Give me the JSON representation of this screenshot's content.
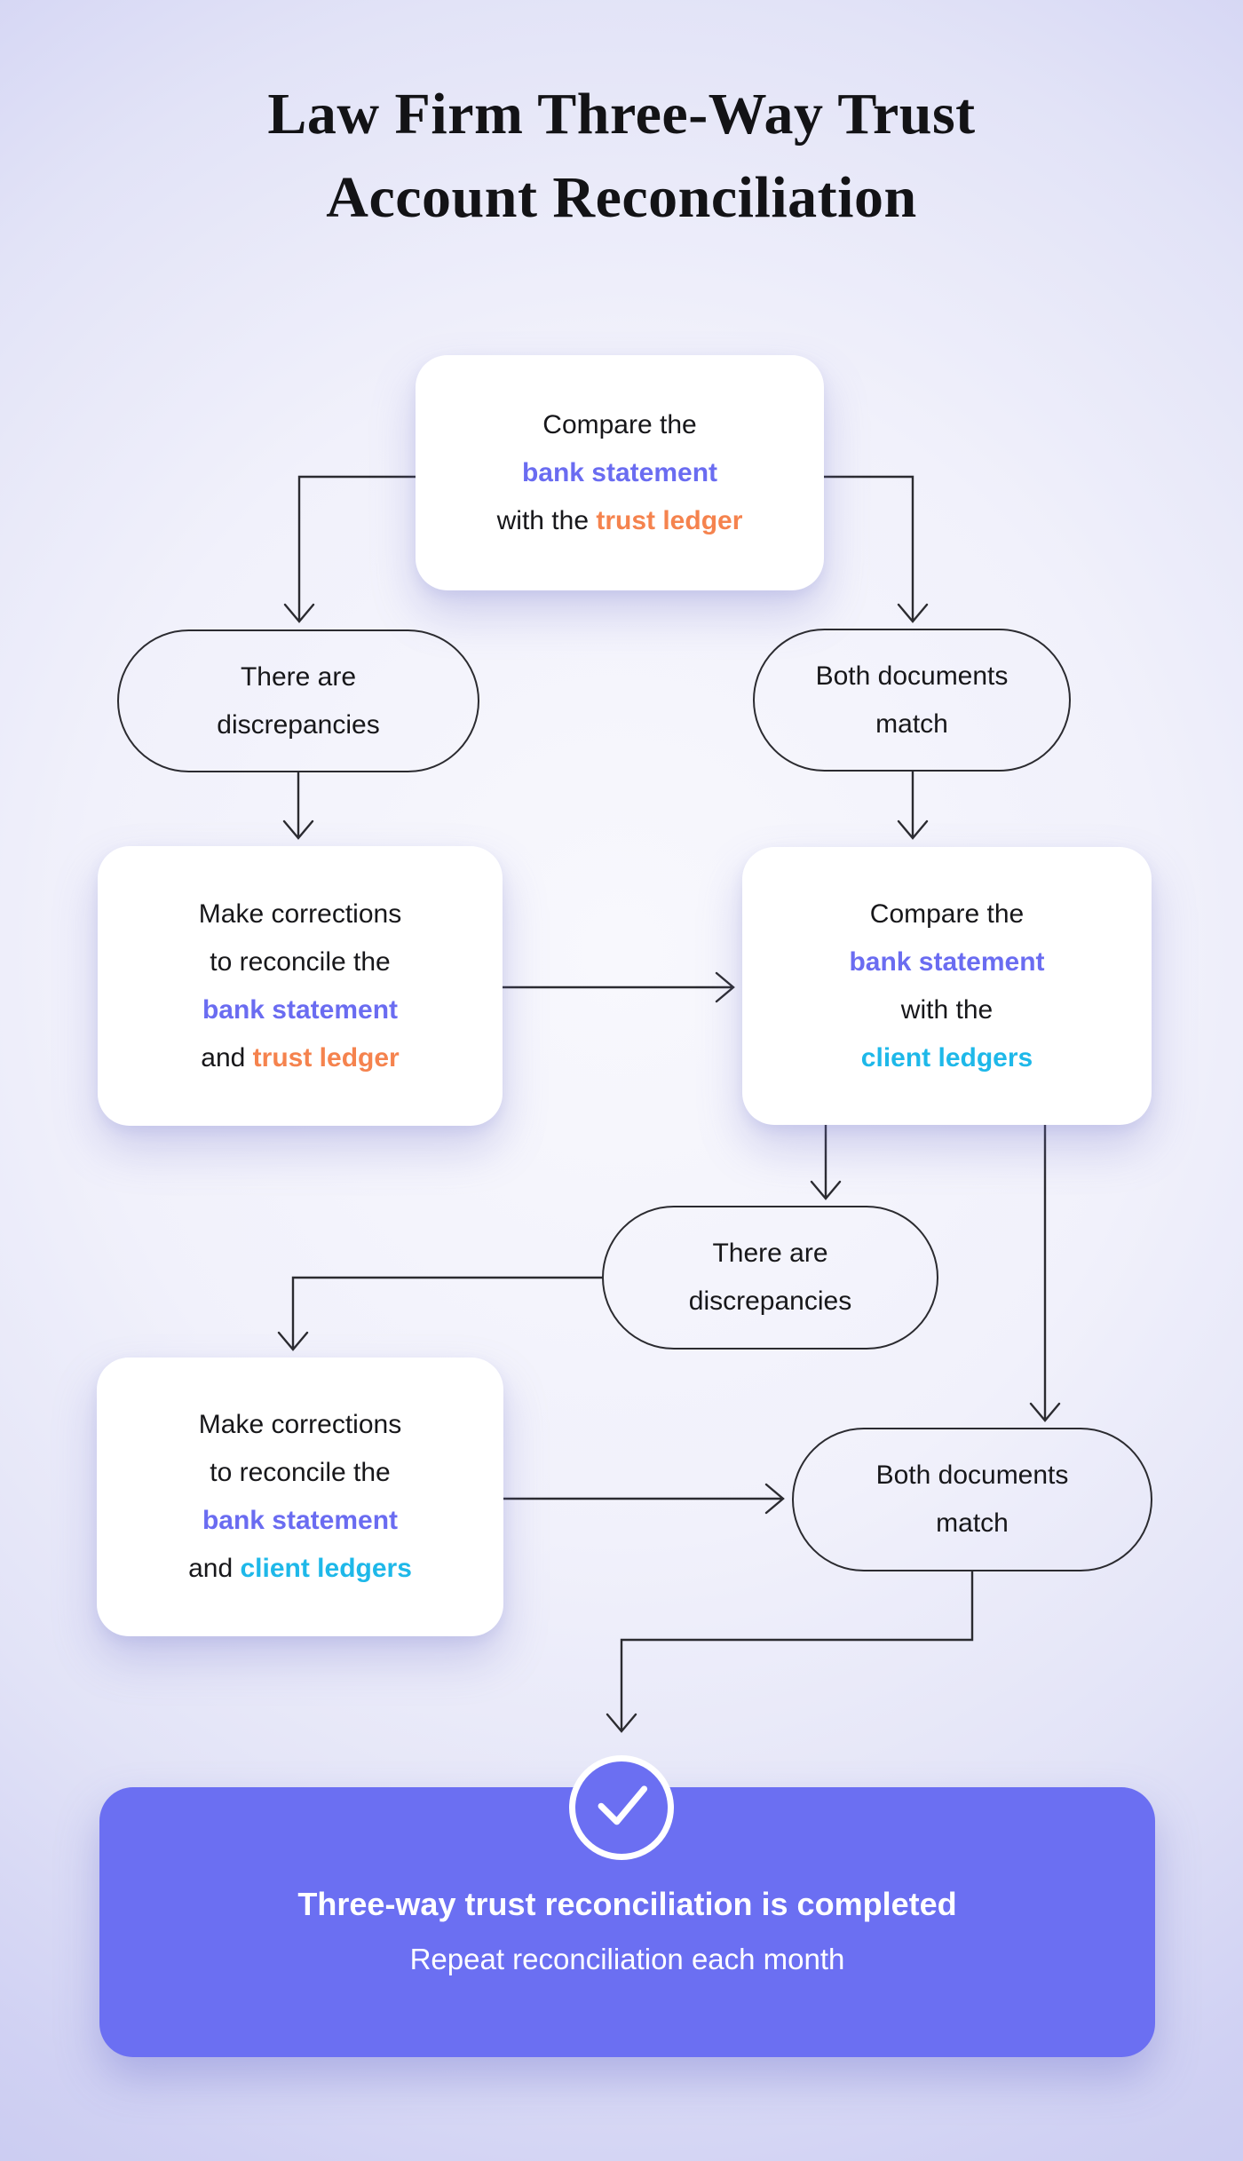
{
  "page": {
    "title_line1": "Law Firm Three-Way Trust",
    "title_line2": "Account Reconciliation"
  },
  "colors": {
    "title_color": "#131316",
    "text_color": "#17171a",
    "stroke": "#2b2b30",
    "box_bg": "#ffffff",
    "accent_purple": "#6a6cf1",
    "accent_orange": "#f5834e",
    "accent_cyan": "#1eb8e9",
    "cta_bg": "#6b6ff2",
    "cta_text": "#ffffff"
  },
  "nodes": {
    "compare_trust": {
      "line1": "Compare the",
      "line2": "bank statement",
      "line3_prefix": "with the ",
      "line3_highlight": "trust ledger"
    },
    "discrepancies_1": {
      "line1": "There are",
      "line2": "discrepancies"
    },
    "match_1": {
      "line1": "Both documents",
      "line2": "match"
    },
    "corrections_trust": {
      "line1": "Make corrections",
      "line2": "to reconcile the",
      "line3": "bank statement",
      "line4_prefix": "and ",
      "line4_highlight": "trust ledger"
    },
    "compare_client": {
      "line1": "Compare the",
      "line2": "bank statement",
      "line3": "with the",
      "line4": "client ledgers"
    },
    "discrepancies_2": {
      "line1": "There are",
      "line2": "discrepancies"
    },
    "corrections_client": {
      "line1": "Make corrections",
      "line2": "to reconcile the",
      "line3": "bank statement",
      "line4_prefix": "and ",
      "line4_highlight": "client ledgers"
    },
    "match_2": {
      "line1": "Both documents",
      "line2": "match"
    },
    "cta": {
      "icon": "check",
      "line1": "Three-way trust reconciliation is completed",
      "line2": "Repeat reconciliation each month"
    }
  }
}
